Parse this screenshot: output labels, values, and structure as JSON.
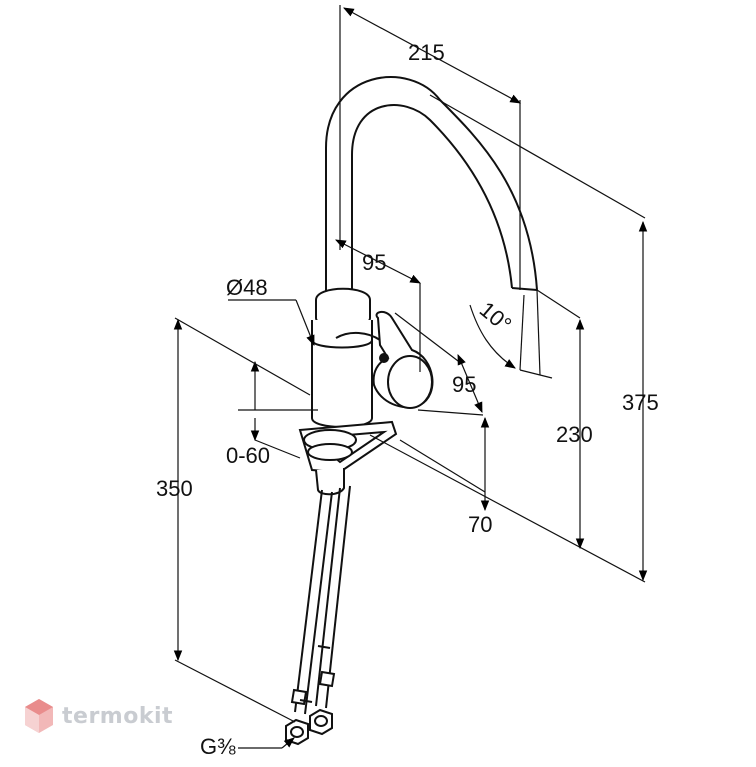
{
  "watermark": {
    "text": "termokit"
  },
  "dimensions": {
    "spout_reach": "215",
    "spout_angle": "10°",
    "diameter": "Ø48",
    "handle_depth": "95",
    "handle_height": "95",
    "adjust_range": "0-60",
    "overall_height": "375",
    "spout_height": "230",
    "hose_length": "350",
    "base_height": "70",
    "connection": "G⅜"
  }
}
